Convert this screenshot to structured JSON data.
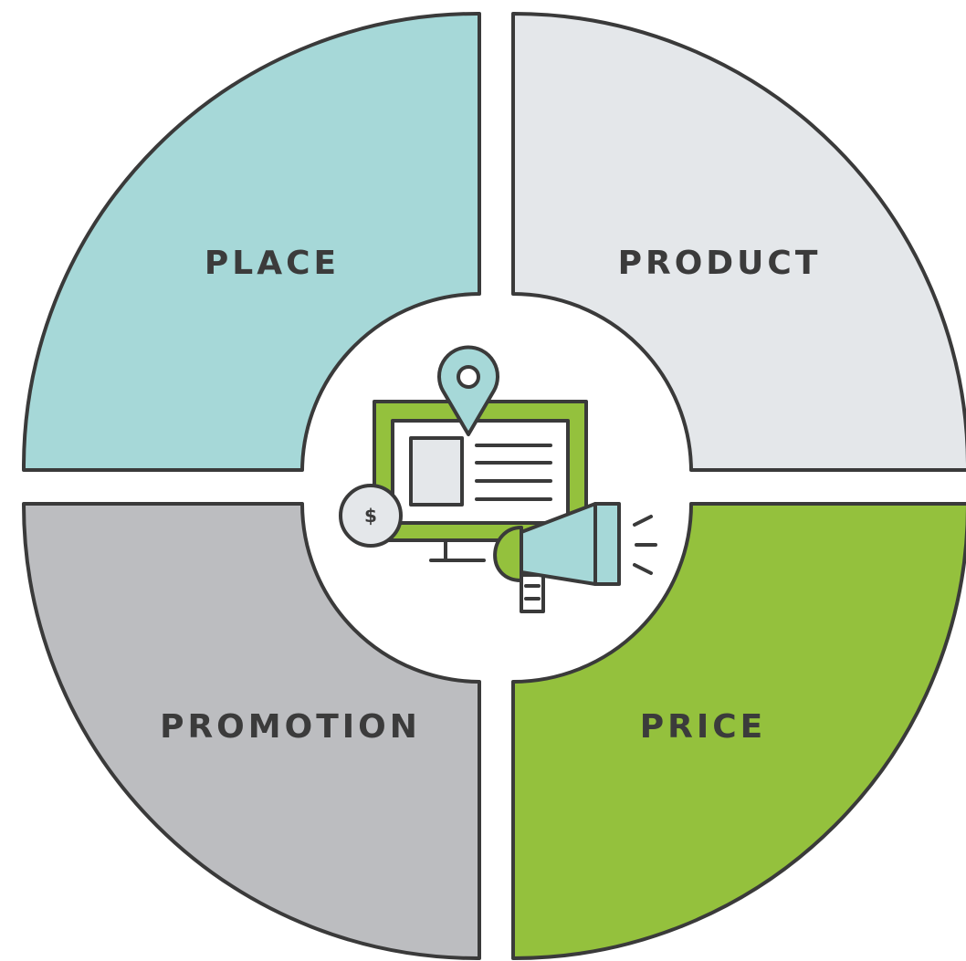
{
  "quadrants": {
    "place": {
      "label": "PLACE",
      "color": "#a6d8d8"
    },
    "product": {
      "label": "PRODUCT",
      "color": "#e4e7ea"
    },
    "promotion": {
      "label": "PROMOTION",
      "color": "#bcbdc0"
    },
    "price": {
      "label": "PRICE",
      "color": "#94c13d"
    }
  },
  "center_icon": {
    "icons": [
      "location-pin-icon",
      "monitor-icon",
      "dollar-coin-icon",
      "megaphone-icon"
    ],
    "coin_symbol": "$",
    "outline_color": "#3a3a3a",
    "accent_green": "#94c13d",
    "accent_teal": "#a6d8d8",
    "panel_grey": "#e4e7ea"
  }
}
